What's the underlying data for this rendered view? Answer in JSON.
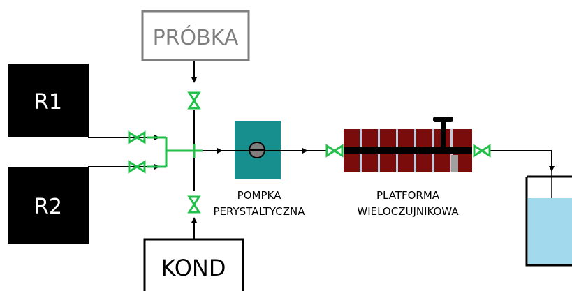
{
  "labels": {
    "sample": "PRÓBKA",
    "reagent1": "R1",
    "reagent2": "R2",
    "conditioner": "KOND",
    "pump_line1": "POMPKA",
    "pump_line2": "PERYSTALTYCZNA",
    "platform_line1": "PLATFORMA",
    "platform_line2": "WIELOCZUJNIKOWA"
  },
  "colors": {
    "valve": "#22c04a",
    "line": "#000000",
    "block": "#000000",
    "sample_border": "#7f7f7f",
    "sample_text": "#7f7f7f",
    "pump_body": "#178f8f",
    "pump_rotor": "#7f7f7f",
    "platform_body": "#7b0c0c",
    "platform_slot": "#b9cde1",
    "platform_rod": "#000000",
    "platform_plug": "#a0a0a0",
    "vessel_liquid": "#a3d9ec",
    "vessel_border": "#000000"
  }
}
